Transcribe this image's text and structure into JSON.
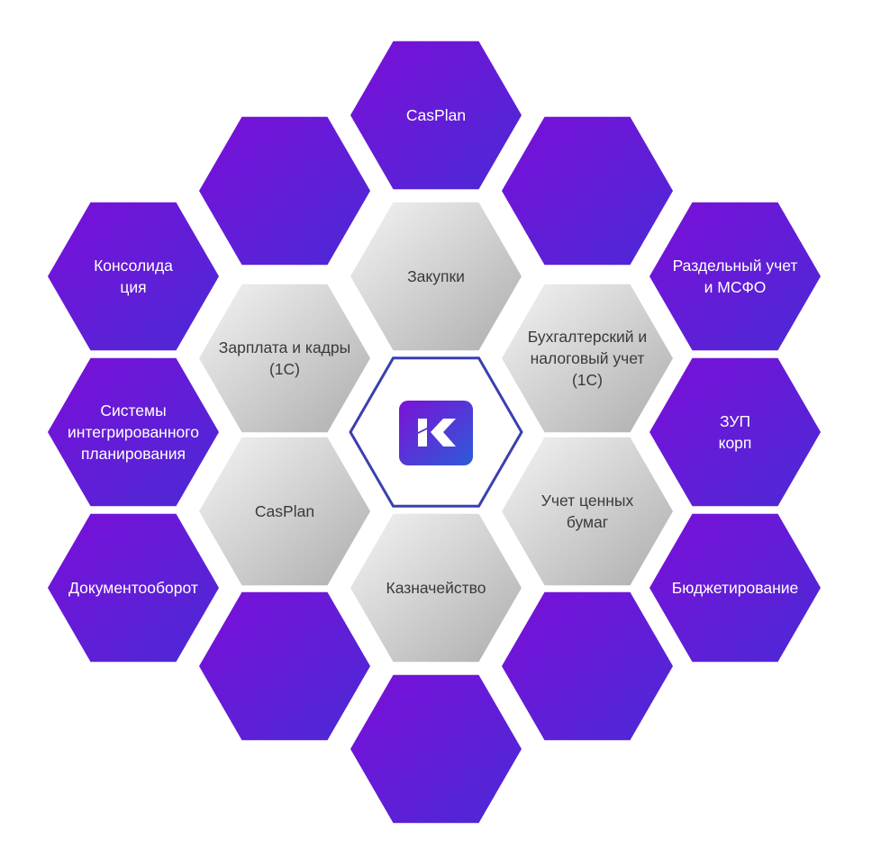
{
  "center": {
    "logo_letter": "K",
    "logo_icon": "k-logo-icon",
    "border_color": "#3b3fb0",
    "logo_color_start": "#7b12d6",
    "logo_color_end": "#2d5bd9"
  },
  "inner_ring": [
    {
      "id": "inner-top",
      "lines": [
        "Закупки"
      ]
    },
    {
      "id": "inner-upper-right",
      "lines": [
        "Бухгалтерский и",
        "налоговый учет",
        "(1С)"
      ]
    },
    {
      "id": "inner-lower-right",
      "lines": [
        "Учет ценных",
        "бумаг"
      ]
    },
    {
      "id": "inner-bottom",
      "lines": [
        "Казначейство"
      ]
    },
    {
      "id": "inner-lower-left",
      "lines": [
        "CasPlan"
      ]
    },
    {
      "id": "inner-upper-left",
      "lines": [
        "Зарплата и кадры",
        "(1С)"
      ]
    }
  ],
  "outer_ring": [
    {
      "id": "outer-top",
      "lines": [
        "CasPlan"
      ]
    },
    {
      "id": "outer-top-right",
      "lines": []
    },
    {
      "id": "outer-right-1",
      "lines": [
        "Раздельный учет",
        "и МСФО"
      ]
    },
    {
      "id": "outer-right-2",
      "lines": [
        "ЗУП",
        "корп"
      ]
    },
    {
      "id": "outer-right-3",
      "lines": [
        "Бюджетирование"
      ]
    },
    {
      "id": "outer-bottom-right",
      "lines": []
    },
    {
      "id": "outer-bottom",
      "lines": []
    },
    {
      "id": "outer-bottom-left",
      "lines": []
    },
    {
      "id": "outer-left-3",
      "lines": [
        "Документооборот"
      ]
    },
    {
      "id": "outer-left-2",
      "lines": [
        "Системы",
        "интегрированного",
        "планирования"
      ]
    },
    {
      "id": "outer-left-1",
      "lines": [
        "Консолида",
        "ция"
      ]
    },
    {
      "id": "outer-top-left",
      "lines": []
    }
  ],
  "colors": {
    "purple_start": "#7b0fd8",
    "purple_end": "#4a2ad6",
    "gray_light": "#f4f4f4",
    "gray_dark": "#adadad"
  }
}
